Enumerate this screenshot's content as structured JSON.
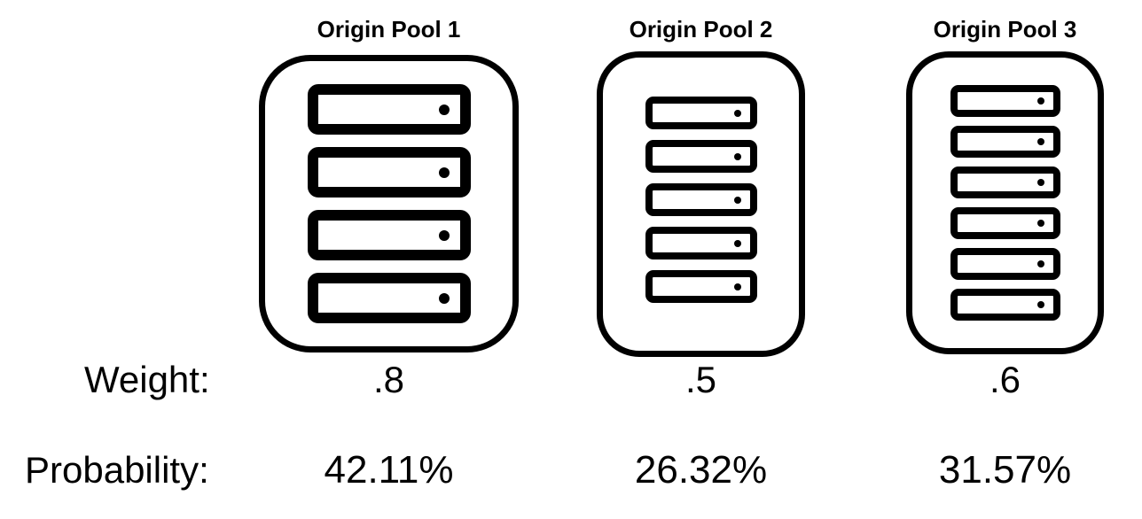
{
  "labels": {
    "weight": "Weight:",
    "probability": "Probability:"
  },
  "pools": [
    {
      "title": "Origin Pool 1",
      "servers": 4,
      "weight": ".8",
      "probability": "42.11%"
    },
    {
      "title": "Origin Pool 2",
      "servers": 5,
      "weight": ".5",
      "probability": "26.32%"
    },
    {
      "title": "Origin Pool 3",
      "servers": 6,
      "weight": ".6",
      "probability": "31.57%"
    }
  ],
  "colors": {
    "foreground": "#000000",
    "background": "#ffffff"
  }
}
